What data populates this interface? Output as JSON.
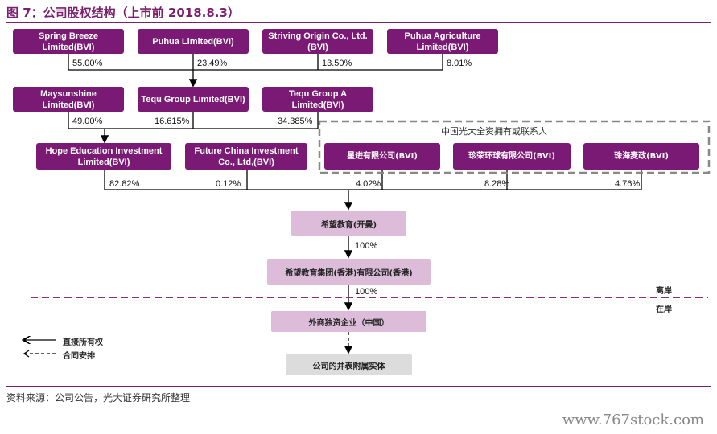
{
  "title": "图 7：公司股权结构（上市前 2018.8.3）",
  "top_row": [
    {
      "name": "Spring Breeze Limited(BVI)",
      "pct": "55.00%"
    },
    {
      "name": "Puhua Limited(BVI)",
      "pct": "23.49%"
    },
    {
      "name": "Striving Origin Co., Ltd.(BVI)",
      "pct": "13.50%"
    },
    {
      "name": "Puhua Agriculture Limited(BVI)",
      "pct": "8.01%"
    }
  ],
  "second_row": [
    {
      "name": "Maysunshine Limited(BVI)",
      "pct": "49.00%"
    },
    {
      "name": "Tequ Group Limited(BVI)",
      "pct": "16.615%"
    },
    {
      "name": "Tequ Group A Limited(BVI)",
      "pct": "34.385%"
    }
  ],
  "third_row": [
    {
      "name": "Hope Education Investment Limited(BVI)",
      "pct": "82.82%"
    },
    {
      "name": "Future China Investment Co., Ltd,(BVI)",
      "pct": "0.12%"
    }
  ],
  "group": {
    "label": "中国光大全资拥有或联系人",
    "members": [
      {
        "name": "星进有限公司(BVI)",
        "pct": "4.02%"
      },
      {
        "name": "珍荣环球有限公司(BVI)",
        "pct": "8.28%"
      },
      {
        "name": "珠海麦政(BVI)",
        "pct": "4.76%"
      }
    ]
  },
  "chain": [
    {
      "name": "希望教育(开曼)",
      "pct_below": "100%"
    },
    {
      "name": "希望教育集团(香港)有限公司(香港)",
      "pct_below": "100%"
    },
    {
      "name": "外商独资企业（中国）"
    },
    {
      "name": "公司的并表附属实体"
    }
  ],
  "offshore_label": "离岸",
  "onshore_label": "在岸",
  "legend": {
    "direct": "直接所有权",
    "contract": "合同安排"
  },
  "source": "资料来源：公司公告，光大证券研究所整理",
  "watermark": "www.767stock.com",
  "colors": {
    "primary": "#7b1a74",
    "light": "#dcbcd8",
    "gray": "#dcdcdc",
    "dashed_line": "#8a2d86"
  }
}
